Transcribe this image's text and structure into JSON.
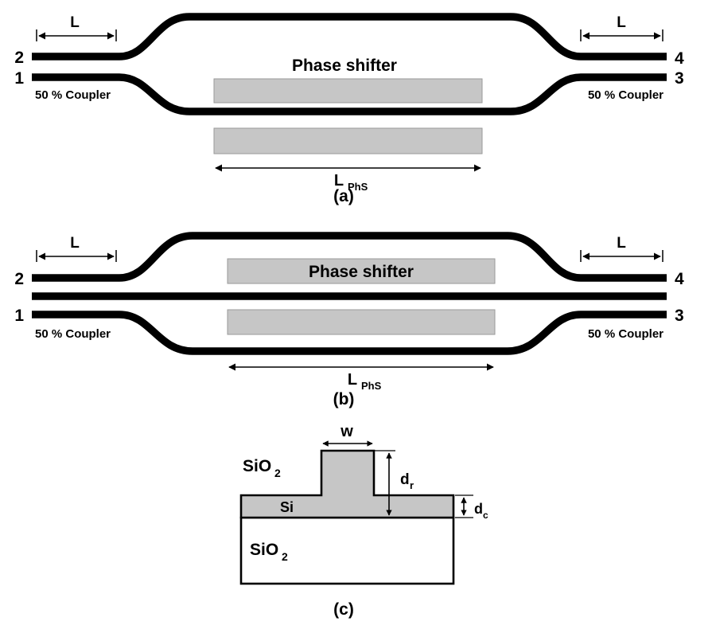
{
  "colors": {
    "background": "#ffffff",
    "waveguide": "#000000",
    "heater_fill": "#c6c6c6",
    "structure_fill": "#c6c6c6",
    "substrate_fill": "#ffffff"
  },
  "panel_a": {
    "caption": "(a)",
    "ports": {
      "top_left": "2",
      "bottom_left": "1",
      "top_right": "4",
      "bottom_right": "3"
    },
    "coupler_left": "50 % Coupler",
    "coupler_right": "50 % Coupler",
    "length_left": "L",
    "length_right": "L",
    "phase_shifter_label": "Phase shifter",
    "phs_length_main": "L",
    "phs_length_sub": "PhS"
  },
  "panel_b": {
    "caption": "(b)",
    "ports": {
      "top_left": "2",
      "bottom_left": "1",
      "top_right": "4",
      "bottom_right": "3"
    },
    "coupler_left": "50 % Coupler",
    "coupler_right": "50 % Coupler",
    "length_left": "L",
    "length_right": "L",
    "phase_shifter_label": "Phase shifter",
    "phs_length_main": "L",
    "phs_length_sub": "PhS"
  },
  "panel_c": {
    "caption": "(c)",
    "width_label": "w",
    "top_cladding_main": "SiO",
    "top_cladding_sub": "2",
    "core_label": "Si",
    "substrate_main": "SiO",
    "substrate_sub": "2",
    "rib_height_main": "d",
    "rib_height_sub": "r",
    "slab_height_main": "d",
    "slab_height_sub": "c"
  }
}
